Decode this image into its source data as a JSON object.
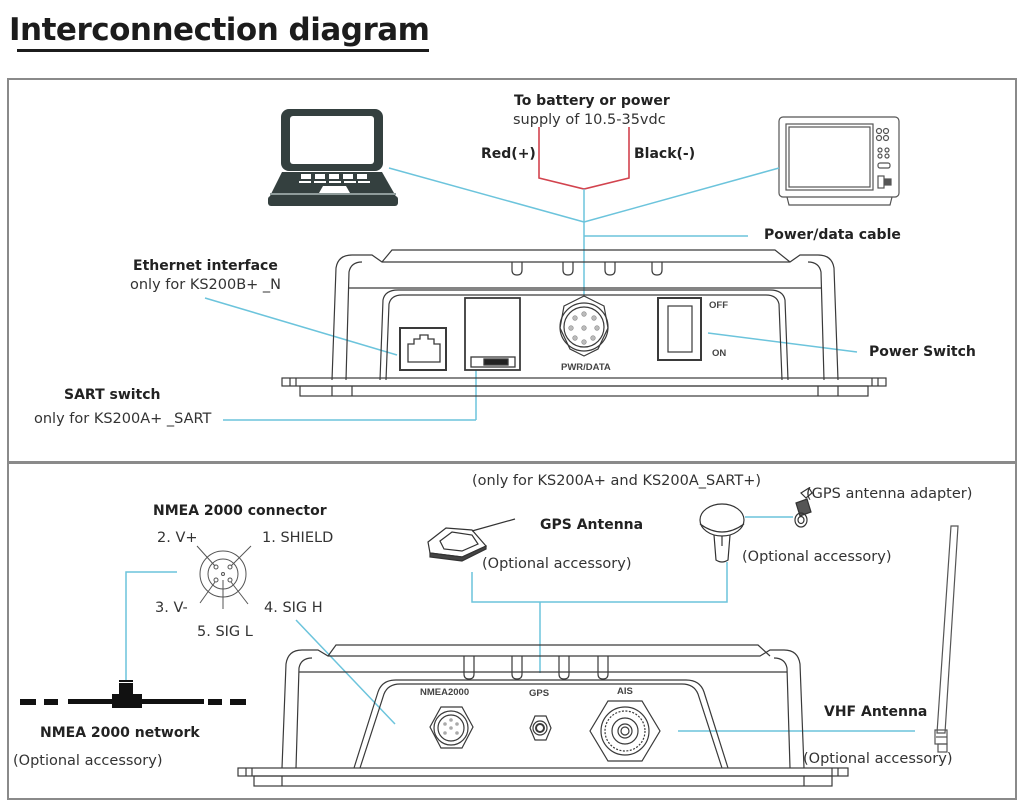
{
  "title": "Interconnection diagram",
  "top_panel": {
    "power": {
      "heading": "To battery or power",
      "subheading": "supply of 10.5-35vdc",
      "red_label": "Red(+)",
      "black_label": "Black(-)"
    },
    "power_data_cable": "Power/data cable",
    "ethernet": {
      "heading": "Ethernet interface",
      "note": "only for KS200B+ _N"
    },
    "sart": {
      "heading": "SART switch",
      "note": "only for KS200A+ _SART"
    },
    "power_switch": "Power Switch",
    "device_labels": {
      "pwr_data": "PWR/DATA",
      "off": "OFF",
      "on": "ON"
    }
  },
  "bottom_panel": {
    "nmea_connector": {
      "heading": "NMEA 2000 connector",
      "pins": [
        "1. SHIELD",
        "2. V+",
        "3. V-",
        "4. SIG H",
        "5. SIG L"
      ]
    },
    "nmea_network": {
      "heading": "NMEA 2000 network",
      "note": "(Optional accessory)"
    },
    "gps": {
      "availability": "(only for KS200A+ and KS200A_SART+)",
      "heading": "GPS Antenna",
      "optional_left": "(Optional accessory)",
      "optional_right": "(Optional accessory)",
      "adapter": "(GPS antenna adapter)"
    },
    "vhf": {
      "heading": "VHF Antenna",
      "note": "(Optional accessory)"
    },
    "device_labels": {
      "nmea": "NMEA2000",
      "gps": "GPS",
      "ais": "AIS"
    }
  },
  "colors": {
    "leader_line": "#6cc4dc",
    "power_wire": "#d2434e",
    "device_stroke": "#3a3a3a",
    "icon_fill": "#34403f",
    "panel_border": "#8a8a8a"
  }
}
